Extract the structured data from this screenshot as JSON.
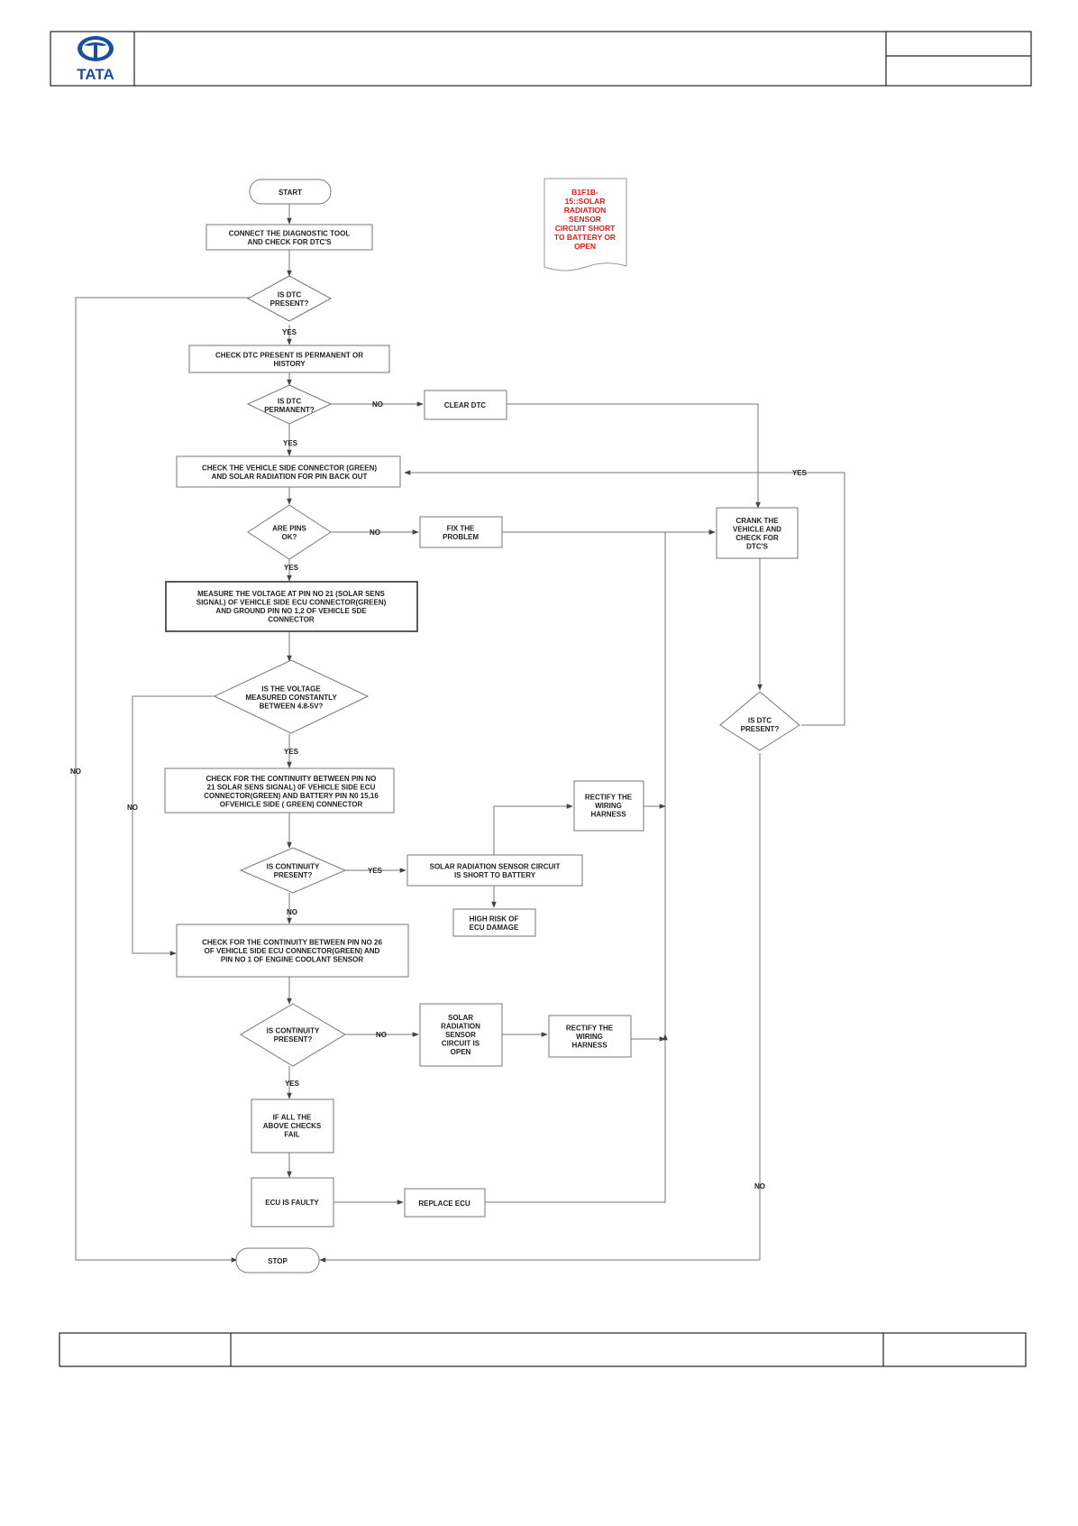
{
  "header": {
    "logo_text": "TATA",
    "title": "",
    "ref_top": "",
    "ref_bottom": ""
  },
  "footer": {
    "left": "",
    "middle": "",
    "right": ""
  },
  "colors": {
    "brand_blue": "#1b4f9c",
    "note_red": "#e31b1b",
    "line_gray": "#777777"
  },
  "nodes": {
    "start": "START",
    "connect_tool": [
      "CONNECT THE DIAGNOSTIC TOOL",
      "AND CHECK FOR  DTC'S"
    ],
    "dtc_present_1": [
      "IS  DTC",
      "PRESENT?"
    ],
    "check_permanent": [
      "CHECK DTC  PRESENT IS PERMANENT OR",
      "HISTORY"
    ],
    "dtc_permanent": [
      "IS  DTC",
      "PERMANENT?"
    ],
    "clear_dtc": [
      "CLEAR DTC"
    ],
    "check_connector": [
      "CHECK THE VEHICLE SIDE CONNECTOR (GREEN)",
      "AND SOLAR RADIATION FOR PIN BACK OUT"
    ],
    "pins_ok": [
      "ARE PINS",
      "OK?"
    ],
    "fix_problem": [
      "FIX THE",
      "PROBLEM"
    ],
    "crank_vehicle": [
      "CRANK THE",
      "VEHICLE AND",
      "CHECK FOR",
      "DTC'S"
    ],
    "measure_voltage": [
      "MEASURE THE VOLTAGE AT PIN NO 21 (SOLAR SENS",
      "SIGNAL) OF VEHICLE  SIDE ECU CONNECTOR(GREEN)",
      "AND GROUND PIN NO 1,2 OF VEHICLE SDE",
      "CONNECTOR"
    ],
    "voltage_check": [
      "IS  THE VOLTAGE",
      "MEASURED CONSTANTLY",
      "BETWEEN 4.8-5V?"
    ],
    "dtc_present_2": [
      "IS  DTC",
      "PRESENT?"
    ],
    "check_continuity_battery": [
      "CHECK FOR THE CONTINUITY BETWEEN PIN NO",
      "21 SOLAR SENS SIGNAL) 0F VEHICLE SIDE ECU",
      "CONNECTOR(GREEN) AND  BATTERY PIN N0 15,16",
      "OFVEHICLE SIDE ( GREEN) CONNECTOR"
    ],
    "rectify_harness_1": [
      "RECTIFY THE",
      "WIRING",
      "HARNESS"
    ],
    "continuity_present_1": [
      "IS CONTINUITY",
      "PRESENT?"
    ],
    "short_to_battery": [
      "SOLAR RADIATION  SENSOR CIRCUIT",
      "IS SHORT TO BATTERY"
    ],
    "high_risk": [
      "HIGH RISK OF",
      "ECU DAMAGE"
    ],
    "check_continuity_coolant": [
      "CHECK FOR THE CONTINUITY BETWEEN PIN NO 26",
      "OF  VEHICLE SIDE ECU CONNECTOR(GREEN) AND",
      "PIN NO 1 OF ENGINE COOLANT SENSOR"
    ],
    "continuity_present_2": [
      "IS CONTINUITY",
      "PRESENT?"
    ],
    "sensor_open": [
      "SOLAR",
      "RADIATION",
      "SENSOR",
      "CIRCUIT  IS",
      "OPEN"
    ],
    "rectify_harness_2": [
      "RECTIFY THE",
      "WIRING",
      "HARNESS"
    ],
    "all_checks_fail": [
      "IF ALL THE",
      "ABOVE CHECKS",
      "FAIL"
    ],
    "ecu_faulty": [
      "ECU IS FAULTY"
    ],
    "replace_ecu": [
      "REPLACE ECU"
    ],
    "stop": "STOP"
  },
  "note": [
    "B1F1B-",
    "15::SOLAR",
    "RADIATION",
    "SENSOR",
    "CIRCUIT SHORT",
    "TO BATTERY OR",
    "OPEN"
  ],
  "edge_labels": {
    "yes": "YES",
    "no": "NO"
  }
}
